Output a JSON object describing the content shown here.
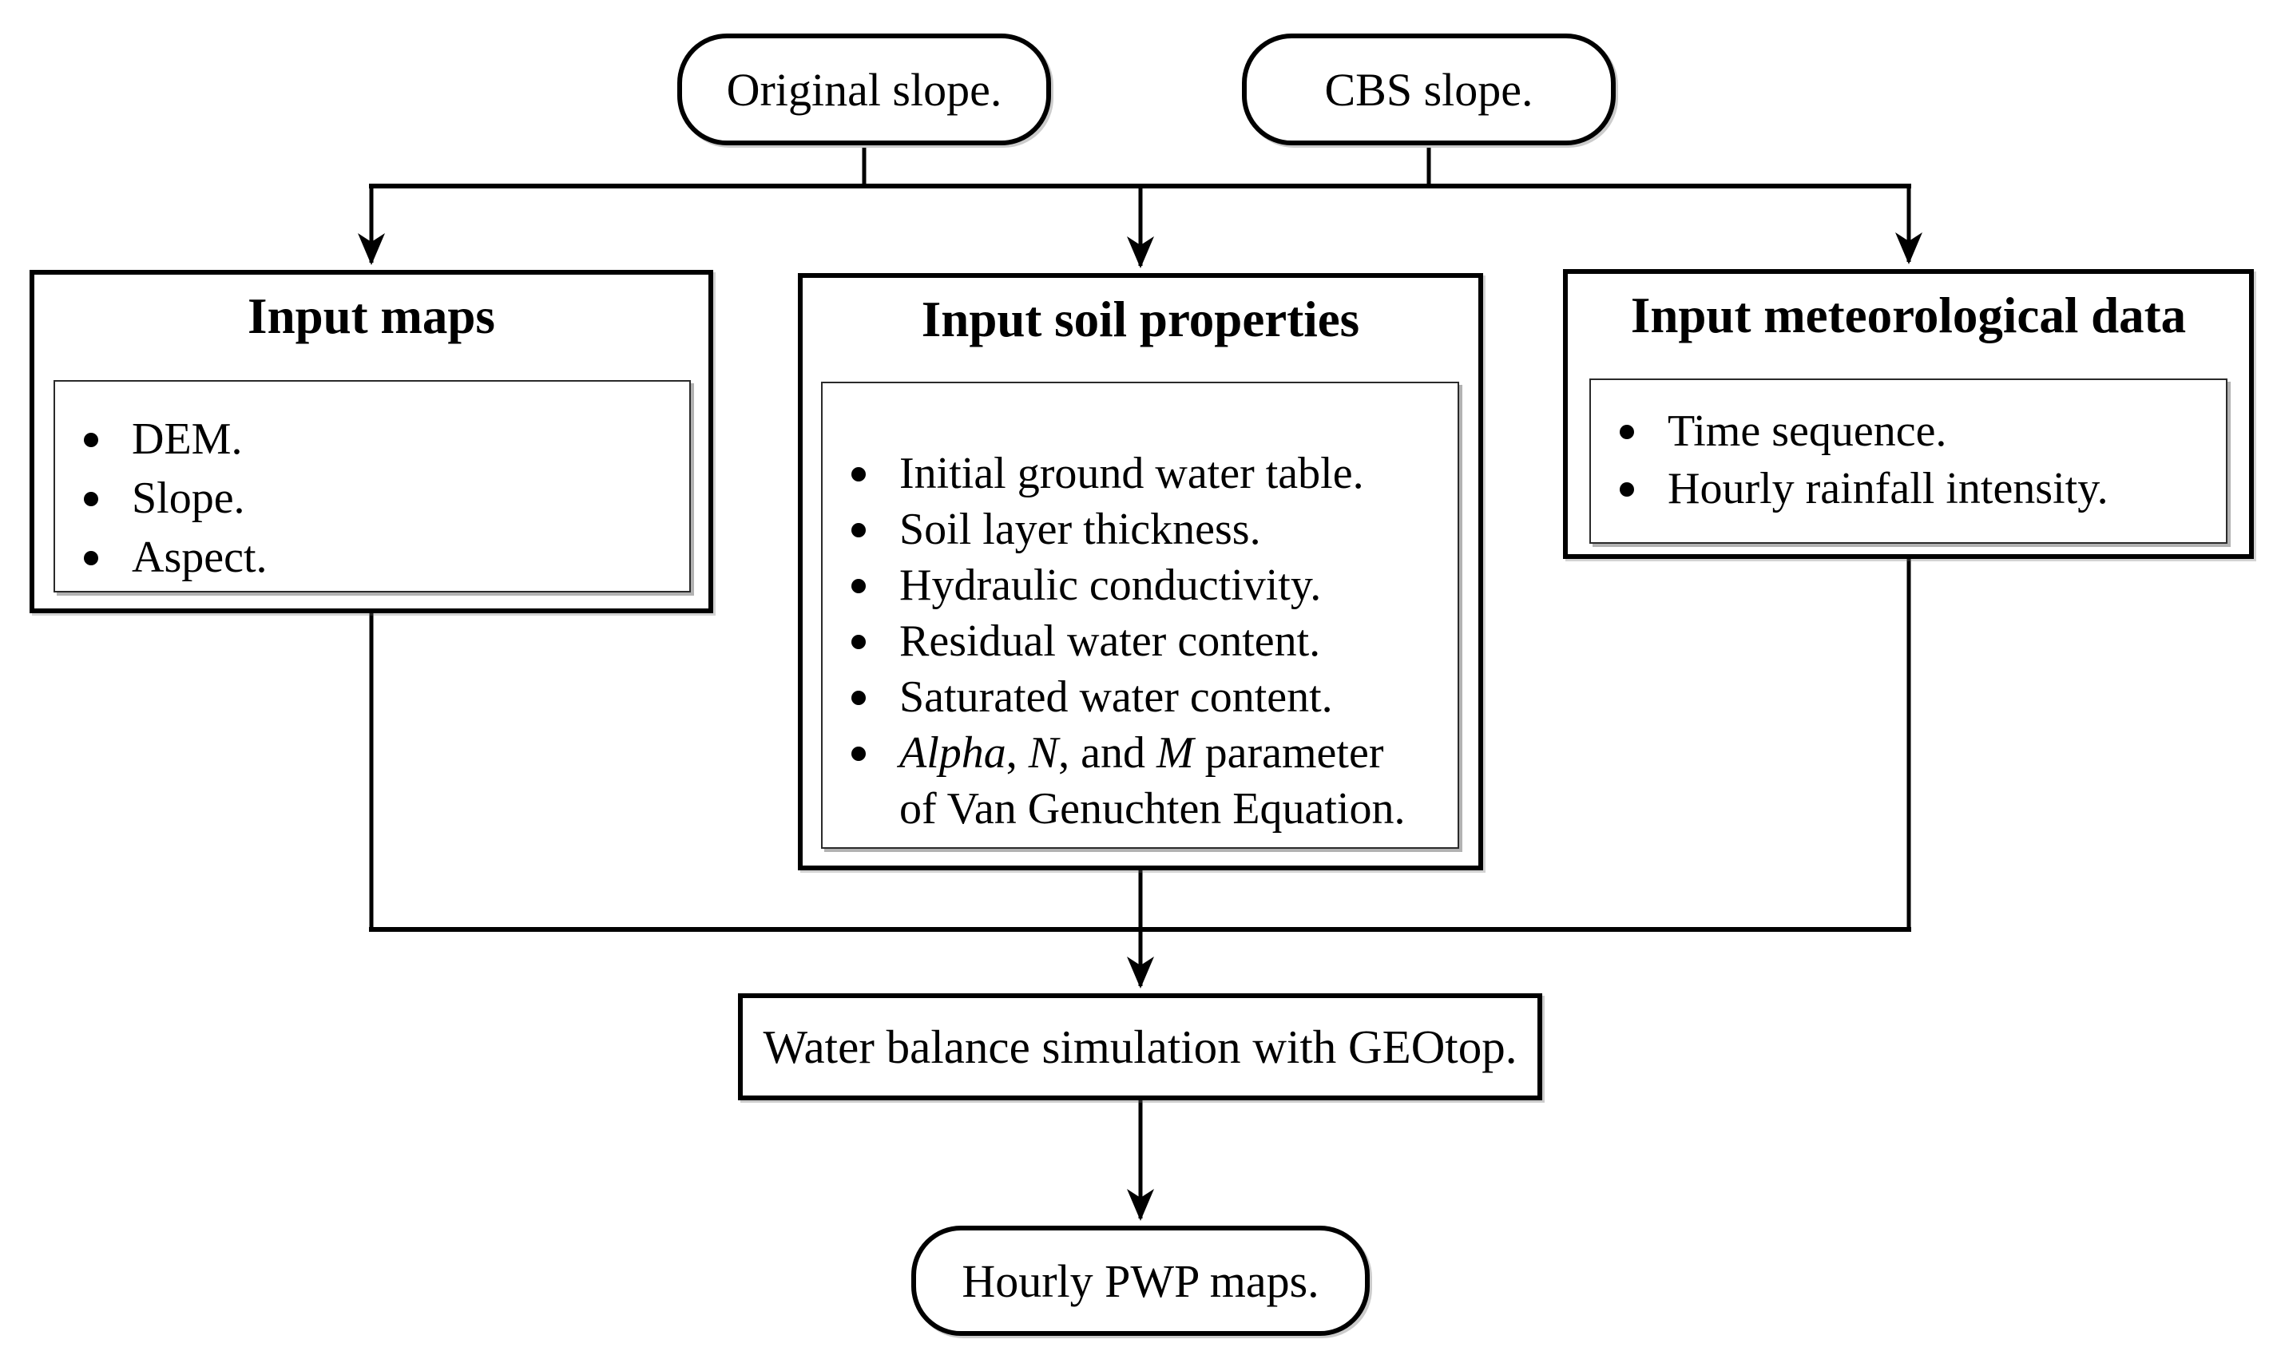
{
  "colors": {
    "line": "#000000",
    "background": "#ffffff",
    "inner_panel_border": "#2a2a2a",
    "panel_shadow": "#b2b2b2"
  },
  "diagram": {
    "source_nodes": [
      {
        "id": "original-slope",
        "label": "Original slope."
      },
      {
        "id": "cbs-slope",
        "label": "CBS slope."
      }
    ],
    "input_boxes": [
      {
        "id": "input-maps",
        "title": "Input maps",
        "items": [
          [
            {
              "t": "DEM."
            }
          ],
          [
            {
              "t": "Slope."
            }
          ],
          [
            {
              "t": "Aspect."
            }
          ]
        ]
      },
      {
        "id": "input-soil-properties",
        "title": "Input soil properties",
        "items": [
          [
            {
              "t": "Initial ground water table."
            }
          ],
          [
            {
              "t": "Soil layer thickness."
            }
          ],
          [
            {
              "t": "Hydraulic conductivity."
            }
          ],
          [
            {
              "t": "Residual water content."
            }
          ],
          [
            {
              "t": "Saturated water content."
            }
          ],
          [
            {
              "t": "Alpha",
              "italic": true
            },
            {
              "t": ", "
            },
            {
              "t": "N",
              "italic": true
            },
            {
              "t": ", and "
            },
            {
              "t": "M",
              "italic": true
            },
            {
              "t": " parameter"
            },
            {
              "br": true
            },
            {
              "t": "of Van Genuchten Equation."
            }
          ]
        ]
      },
      {
        "id": "input-meteorological-data",
        "title": "Input meteorological data",
        "items": [
          [
            {
              "t": "Time sequence."
            }
          ],
          [
            {
              "t": "Hourly rainfall intensity."
            }
          ]
        ]
      }
    ],
    "process_node": {
      "id": "water-balance",
      "label": "Water balance simulation with GEOtop."
    },
    "output_node": {
      "id": "hourly-pwp",
      "label": "Hourly PWP maps."
    }
  }
}
